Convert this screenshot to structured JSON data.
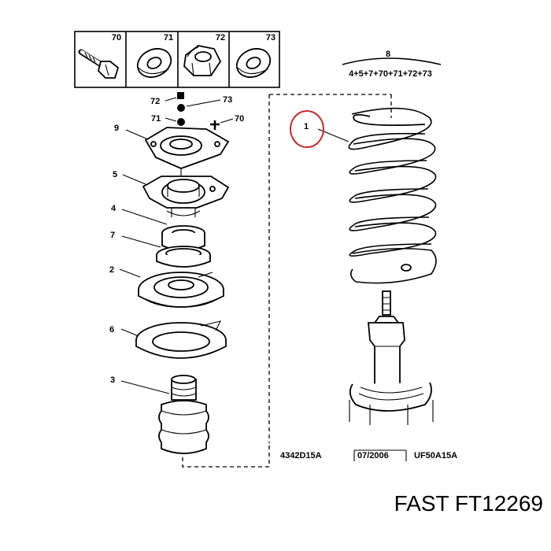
{
  "legend_boxes": [
    {
      "code": "70",
      "icon": "bolt-icon"
    },
    {
      "code": "71",
      "icon": "washer-icon"
    },
    {
      "code": "72",
      "icon": "nut-icon"
    },
    {
      "code": "73",
      "icon": "washer-icon"
    }
  ],
  "kit": {
    "number": "8",
    "contents": "4+5+7+70+71+72+73"
  },
  "callouts": {
    "c72": "72",
    "c73": "73",
    "c71": "71",
    "c70": "70",
    "c9": "9",
    "c5": "5",
    "c4": "4",
    "c7": "7",
    "c2": "2",
    "c6": "6",
    "c3": "3",
    "c1": "1"
  },
  "footer_codes": {
    "left": "4342D15A",
    "date": "07/2006",
    "right": "UF50A15A"
  },
  "brand_caption": "FAST FT12269",
  "colors": {
    "highlight_circle": "#cc2a2a",
    "line": "#000000"
  }
}
